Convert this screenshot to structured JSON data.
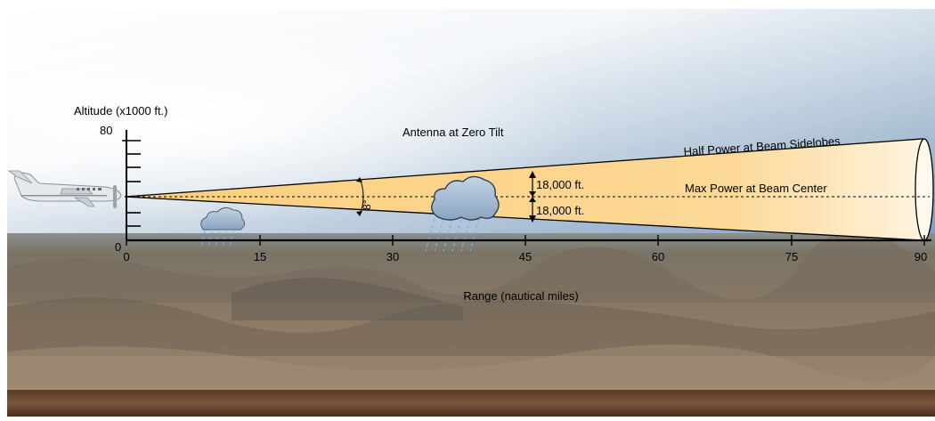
{
  "diagram": {
    "title": "Antenna at Zero Tilt",
    "y_axis_title": "Altitude (x1000 ft.)",
    "y_axis_top_label": "80",
    "y_axis_zero_label": "0",
    "x_axis_title": "Range (nautical miles)",
    "x_ticks": [
      "0",
      "15",
      "30",
      "45",
      "60",
      "75",
      "90"
    ],
    "beam_angle_label": "8°",
    "upper_height_label": "18,000 ft.",
    "lower_height_label": "18,000 ft.",
    "sidelobe_label": "Half Power at Beam Sidelobes",
    "center_label": "Max Power at Beam Center"
  },
  "colors": {
    "beam_fill": "#fcd58a",
    "beam_end_fill": "#fff8ec",
    "cloud_fill": "#9cb5cf",
    "rain": "#7fb0de",
    "sky_top": "#7e9dbd",
    "terrain": "#7d7060",
    "ground_strip": "#6e4a32"
  },
  "icons": {
    "aircraft": "aircraft-icon",
    "small_cloud": "rain-cloud-icon",
    "large_cloud": "storm-cloud-icon"
  }
}
